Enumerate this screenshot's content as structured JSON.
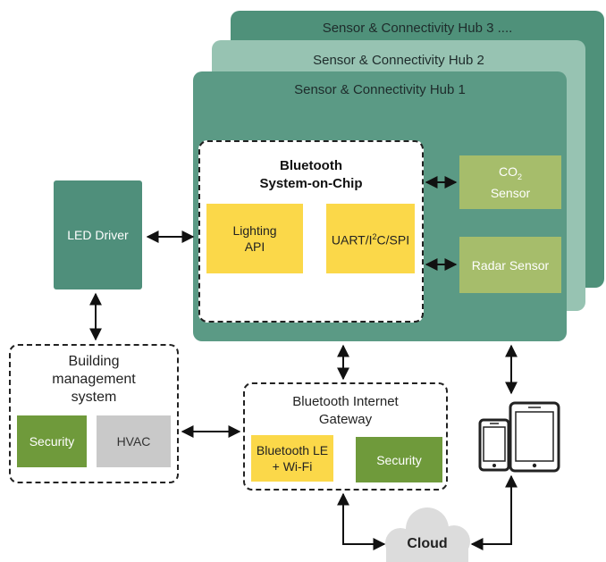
{
  "hubs": {
    "hub3": "Sensor & Connectivity Hub 3 ....",
    "hub2": "Sensor & Connectivity Hub 2",
    "hub1": "Sensor & Connectivity Hub 1"
  },
  "soc": {
    "title_line1": "Bluetooth",
    "title_line2": "System-on-Chip",
    "lighting_line1": "Lighting",
    "lighting_line2": "API",
    "uart_pre": "UART/I",
    "uart_sup": "2",
    "uart_post": "C/SPI"
  },
  "sensors": {
    "co2_pre": "CO",
    "co2_sub": "2",
    "co2_line2": "Sensor",
    "radar": "Radar Sensor"
  },
  "led_driver": "LED Driver",
  "bms": {
    "title_line1": "Building",
    "title_line2": "management",
    "title_line3": "system",
    "security": "Security",
    "hvac": "HVAC"
  },
  "gateway": {
    "title_line1": "Bluetooth Internet",
    "title_line2": "Gateway",
    "ble_line1": "Bluetooth LE",
    "ble_line2": "+ Wi-Fi",
    "security": "Security"
  },
  "cloud": "Cloud",
  "colors": {
    "hub3": "#4f917a",
    "hub2": "#97c3b2",
    "hub1": "#5b9a85",
    "led_driver": "#4f8f7b",
    "yellow": "#fbd849",
    "olive": "#a6bd6b",
    "security_green": "#6f9a3b",
    "hvac_grey": "#c9c9c9",
    "cloud": "#dcdcdc"
  }
}
